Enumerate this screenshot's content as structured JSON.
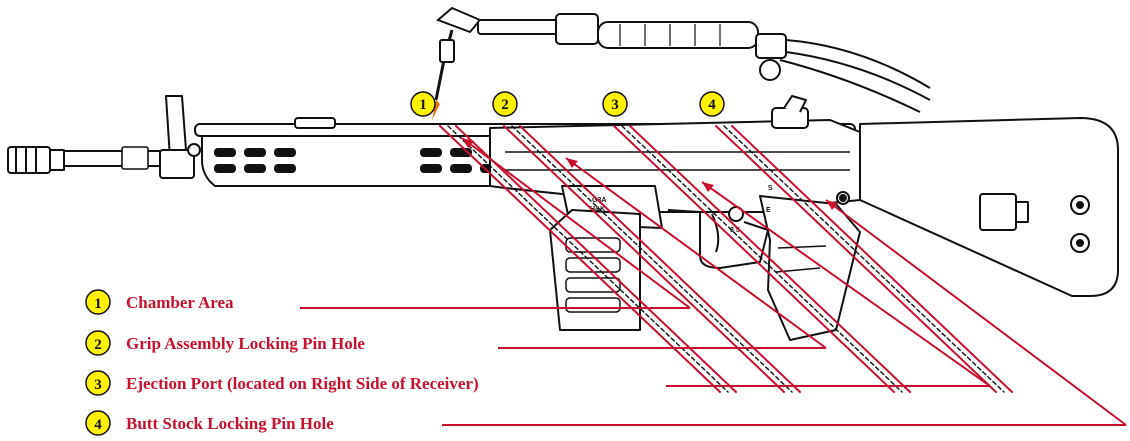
{
  "colors": {
    "accent_red": "#c8102e",
    "badge_fill": "#fff200",
    "outline": "#111111",
    "background": "#ffffff"
  },
  "callouts": [
    {
      "number": "1",
      "label": "Chamber Area"
    },
    {
      "number": "2",
      "label": "Grip Assembly Locking Pin Hole"
    },
    {
      "number": "3",
      "label": "Ejection Port (located on Right Side of Receiver)"
    },
    {
      "number": "4",
      "label": "Butt Stock Locking Pin Hole"
    }
  ],
  "cut_markers": [
    "1",
    "2",
    "3",
    "4"
  ],
  "receiver_markings": {
    "model": "G3A",
    "maker": "H&K",
    "selector_safe": "S",
    "selector_fire": "E",
    "selector_num": "3 5"
  },
  "icons": [
    "rifle-illustration",
    "cutting-torch-icon"
  ]
}
